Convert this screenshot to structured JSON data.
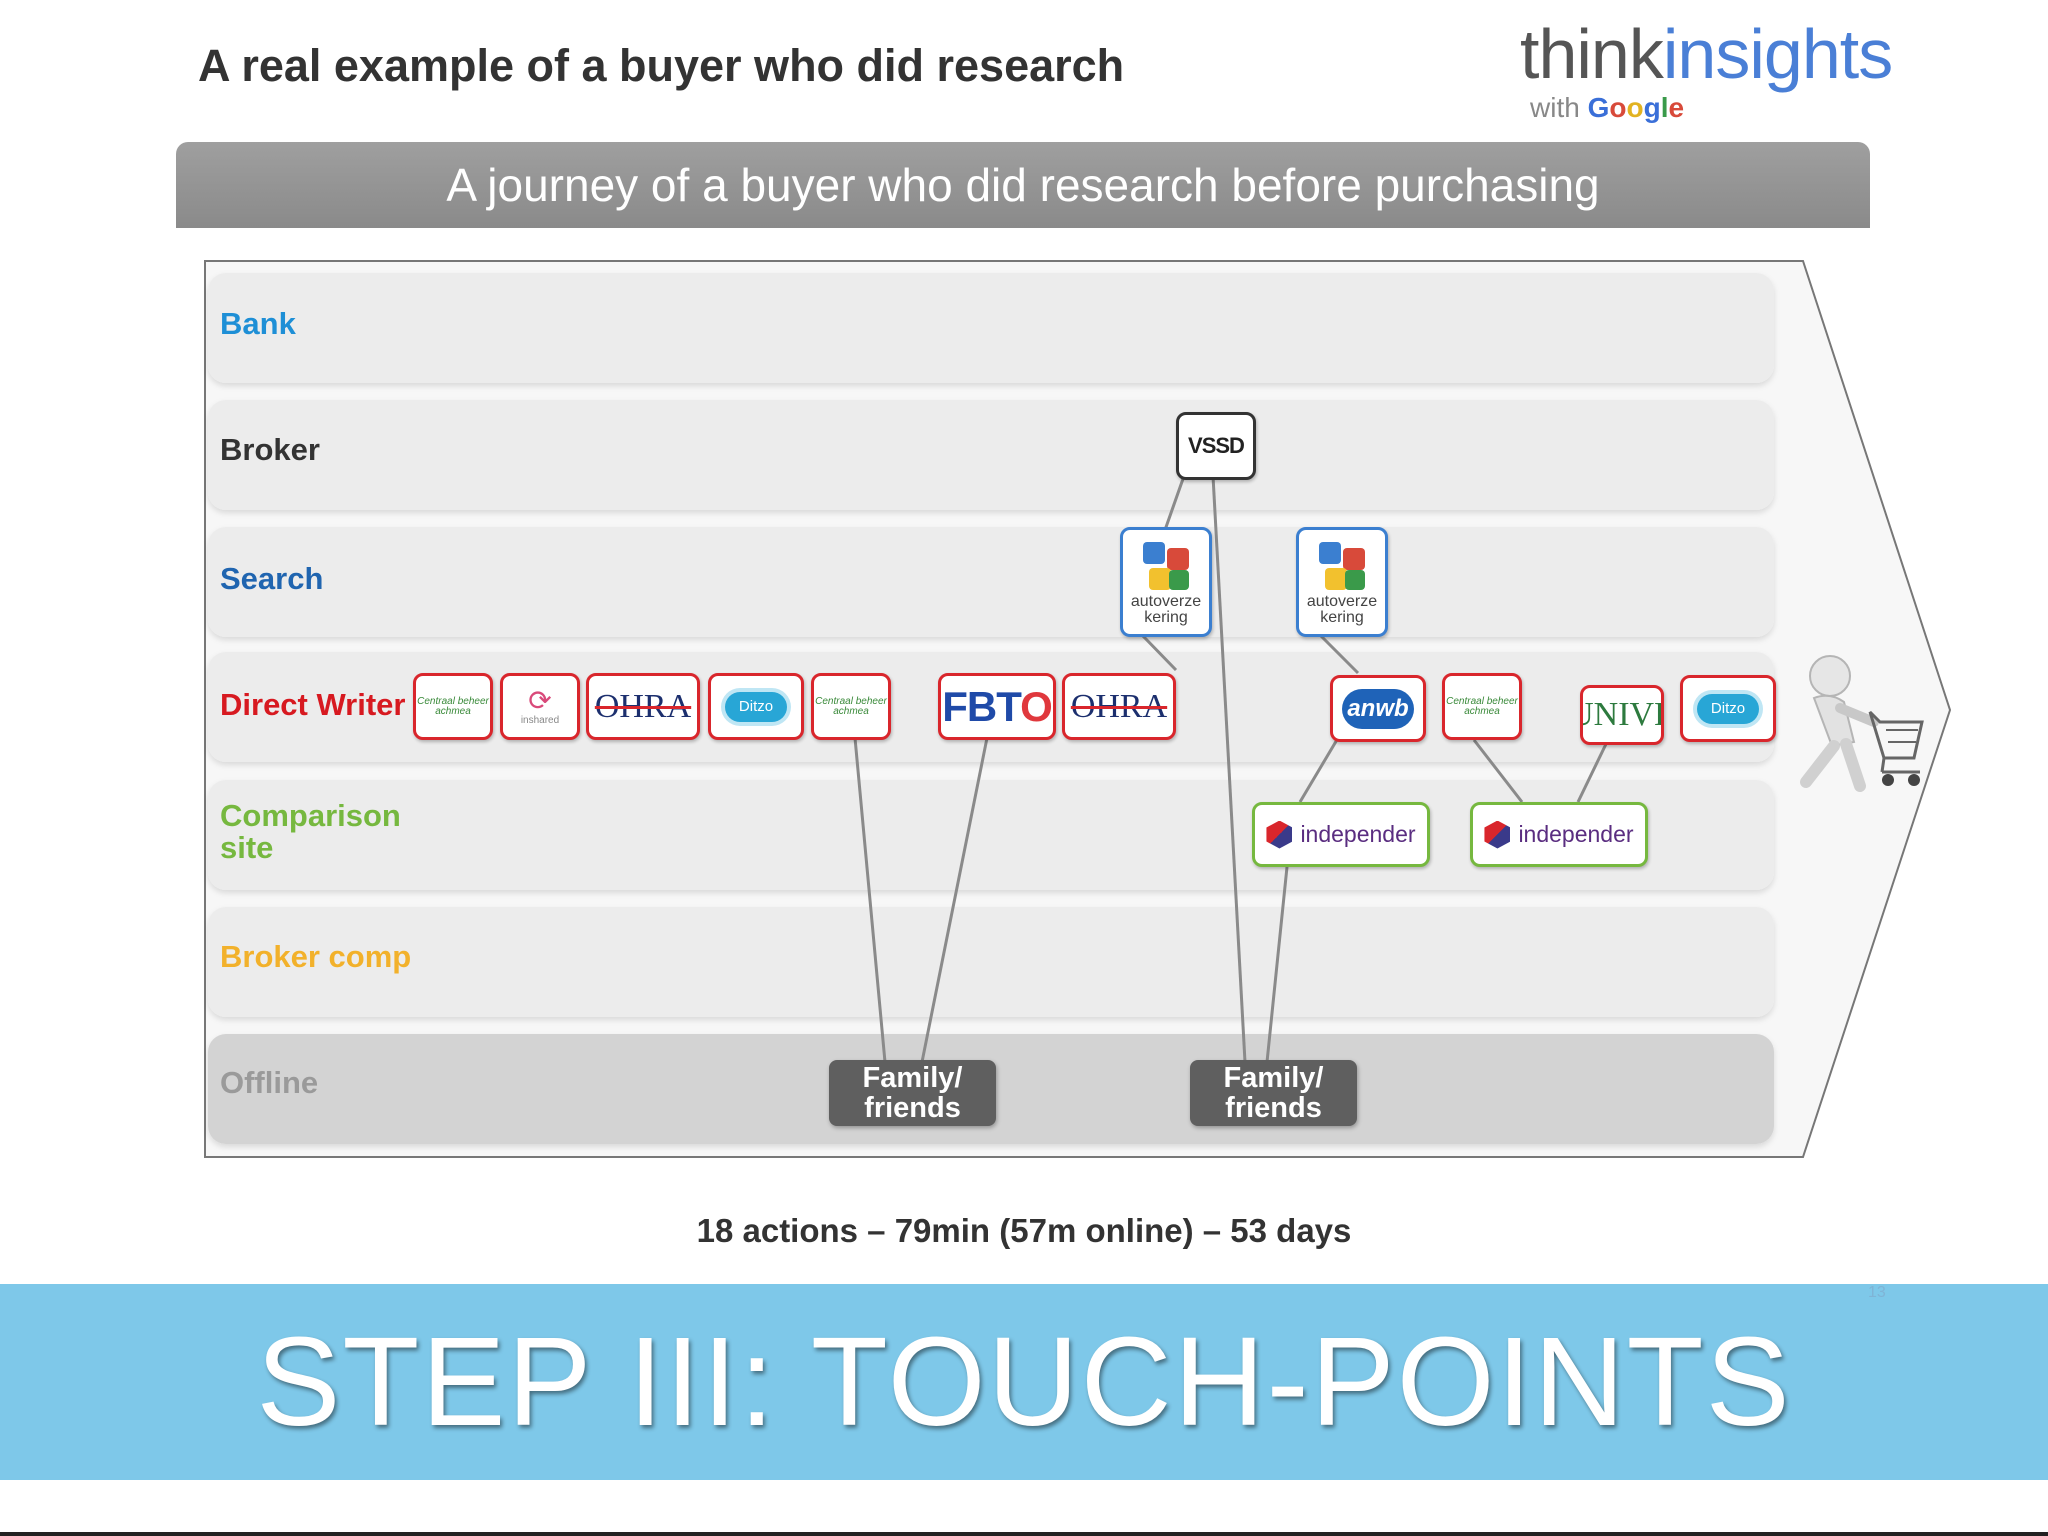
{
  "slide_title": "A real example of a buyer who did research",
  "brand": {
    "think": "think",
    "insights": "insights",
    "with": "with",
    "google_letters": [
      "G",
      "o",
      "o",
      "g",
      "l",
      "e"
    ]
  },
  "banner_title": "A journey of a buyer who did research before purchasing",
  "lanes": [
    {
      "label": "Bank",
      "color": "#1e8fd6"
    },
    {
      "label": "Broker",
      "color": "#333333"
    },
    {
      "label": "Search",
      "color": "#2065b0"
    },
    {
      "label": "Direct Writer",
      "color": "#d71920"
    },
    {
      "label": "Comparison site",
      "color": "#76b83f"
    },
    {
      "label": "Broker comp",
      "color": "#f2b12b"
    },
    {
      "label": "Offline",
      "color": "#9a9a9a"
    }
  ],
  "touchpoints": {
    "direct_writer": [
      {
        "logo": "centraal-beheer-logo",
        "text": "Centraal beheer",
        "sub": "achmea"
      },
      {
        "logo": "inshared-logo",
        "text": "inshared"
      },
      {
        "logo": "ohra-logo",
        "text": "OHRA"
      },
      {
        "logo": "ditzo-logo",
        "text": "Ditzo"
      },
      {
        "logo": "centraal-beheer-logo",
        "text": "Centraal beheer",
        "sub": "achmea"
      },
      {
        "logo": "fbto-logo",
        "text": "FBTO"
      },
      {
        "logo": "ohra-logo",
        "text": "OHRA"
      },
      {
        "logo": "anwb-logo",
        "text": "anwb"
      },
      {
        "logo": "centraal-beheer-logo",
        "text": "Centraal beheer",
        "sub": "achmea"
      },
      {
        "logo": "unive-logo",
        "text": "UNIVÉ"
      },
      {
        "logo": "ditzo-logo",
        "text": "Ditzo"
      }
    ],
    "broker": [
      {
        "logo": "vssd-logo",
        "text": "VSSD"
      }
    ],
    "search": [
      {
        "logo": "google-logo",
        "caption": "autoverze kering"
      },
      {
        "logo": "google-logo",
        "caption": "autoverze kering"
      }
    ],
    "comparison": [
      {
        "logo": "independer-logo",
        "text": "independer"
      },
      {
        "logo": "independer-logo",
        "text": "independer"
      }
    ],
    "offline": [
      {
        "text": "Family/ friends",
        "line1": "Family/",
        "line2": "friends"
      },
      {
        "text": "Family/ friends",
        "line1": "Family/",
        "line2": "friends"
      }
    ]
  },
  "summary": "18 actions – 79min (57m online) – 53 days",
  "page_number": "13",
  "section_title": "STEP III: TOUCH-POINTS",
  "colors": {
    "banner": "#959595",
    "step_bar": "#7ec8e9",
    "direct_writer_border": "#d9262c",
    "search_border": "#3b7fd0",
    "comparison_border": "#76b83f"
  }
}
